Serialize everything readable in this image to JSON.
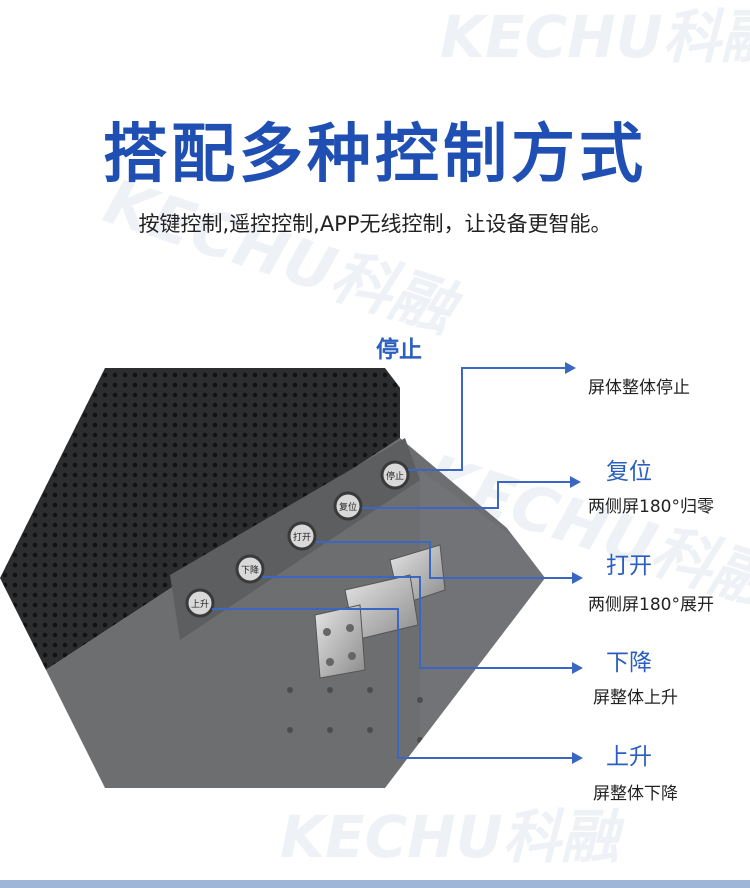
{
  "watermark": {
    "text": "KECHU科融"
  },
  "header": {
    "title": "搭配多种控制方式",
    "subtitle": "按键控制,遥控控制,APP无线控制，让设备更智能。"
  },
  "callouts": {
    "stop_label": "停止",
    "stop_desc": "屏体整体停止",
    "reset_label": "复位",
    "reset_desc": "两侧屏180°归零",
    "open_label": "打开",
    "open_desc": "两侧屏180°展开",
    "down_label": "下降",
    "down_desc": "屏整体上升",
    "up_label": "上升",
    "up_desc": "屏整体下降"
  },
  "buttons": {
    "up": "上升",
    "down": "下降",
    "open": "打开",
    "reset": "复位",
    "stop": "停止"
  },
  "colors": {
    "accent": "#1f4fb3",
    "line": "#3a66c4"
  }
}
